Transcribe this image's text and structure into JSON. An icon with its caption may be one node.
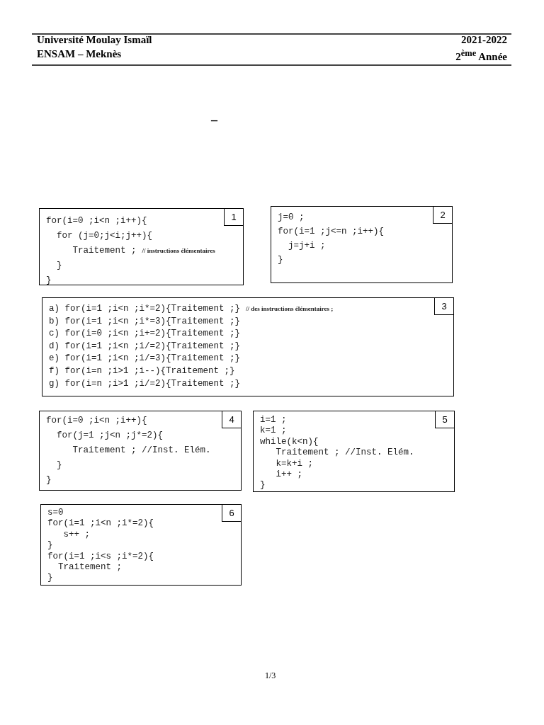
{
  "diagram": {
    "nodes": [
      {
        "text": [
          "for(i=0 ;i<n ;i++){",
          "for (j=0;j<i;j++){",
          "Traitement ;",
          "// instructions élémentaires",
          "}",
          "}"
        ]
      },
      {
        "text": [
          "1"
        ],
        "in": 0
      },
      {
        "text": [
          "j=0 ;",
          "for(i=1 ;j<=n ;i++){",
          "j=j+i ;",
          "}"
        ]
      },
      {
        "text": [
          "2"
        ],
        "in": 2
      },
      {
        "text": [
          "a) for(i=1 ;i<n ;i*=2){Traitement ;}",
          "// des instructions élémentaires ;",
          "b) for(i=1 ;i<n ;i*=3){Traitement ;}",
          "c) for(i=0 ;i<n ;i+=2){Traitement ;}",
          "d) for(i=1 ;i<n ;i/=2){Traitement ;}",
          "e) for(i=1 ;i<n ;i/=3){Traitement ;}",
          "f) for(i=n ;i>1 ;i--){Traitement ;}",
          "g) for(i=n ;i>1 ;i/=2){Traitement ;}"
        ]
      },
      {
        "text": [
          "3"
        ],
        "in": 4
      },
      {
        "text": [
          "for(i=0 ;i<n ;i++){",
          "for(j=1 ;j<n ;j*=2){",
          "Traitement ; //Inst. Elém.",
          "}",
          "}"
        ]
      },
      {
        "text": [
          "4"
        ],
        "in": 6
      },
      {
        "text": [
          "i=1 ;",
          "k=1 ;",
          "while(k<n){",
          "Traitement ; //Inst. Elém.",
          "k=k+i ;",
          "i++ ;",
          "}"
        ]
      },
      {
        "text": [
          "5"
        ],
        "in": 8
      },
      {
        "text": [
          "s=0",
          "for(i=1 ;i<n ;i*=2){",
          "s++ ;",
          "}",
          "for(i=1 ;i<s ;i*=2){",
          "Traitement ;",
          "}"
        ]
      },
      {
        "text": [
          "6"
        ],
        "in": 10
      }
    ],
    "labels": [
      "Université Moulay Ismaïl",
      "2021-2022",
      "ENSAM – Meknès",
      "2$^{ème}$ Année",
      "–",
      "1/3"
    ]
  }
}
